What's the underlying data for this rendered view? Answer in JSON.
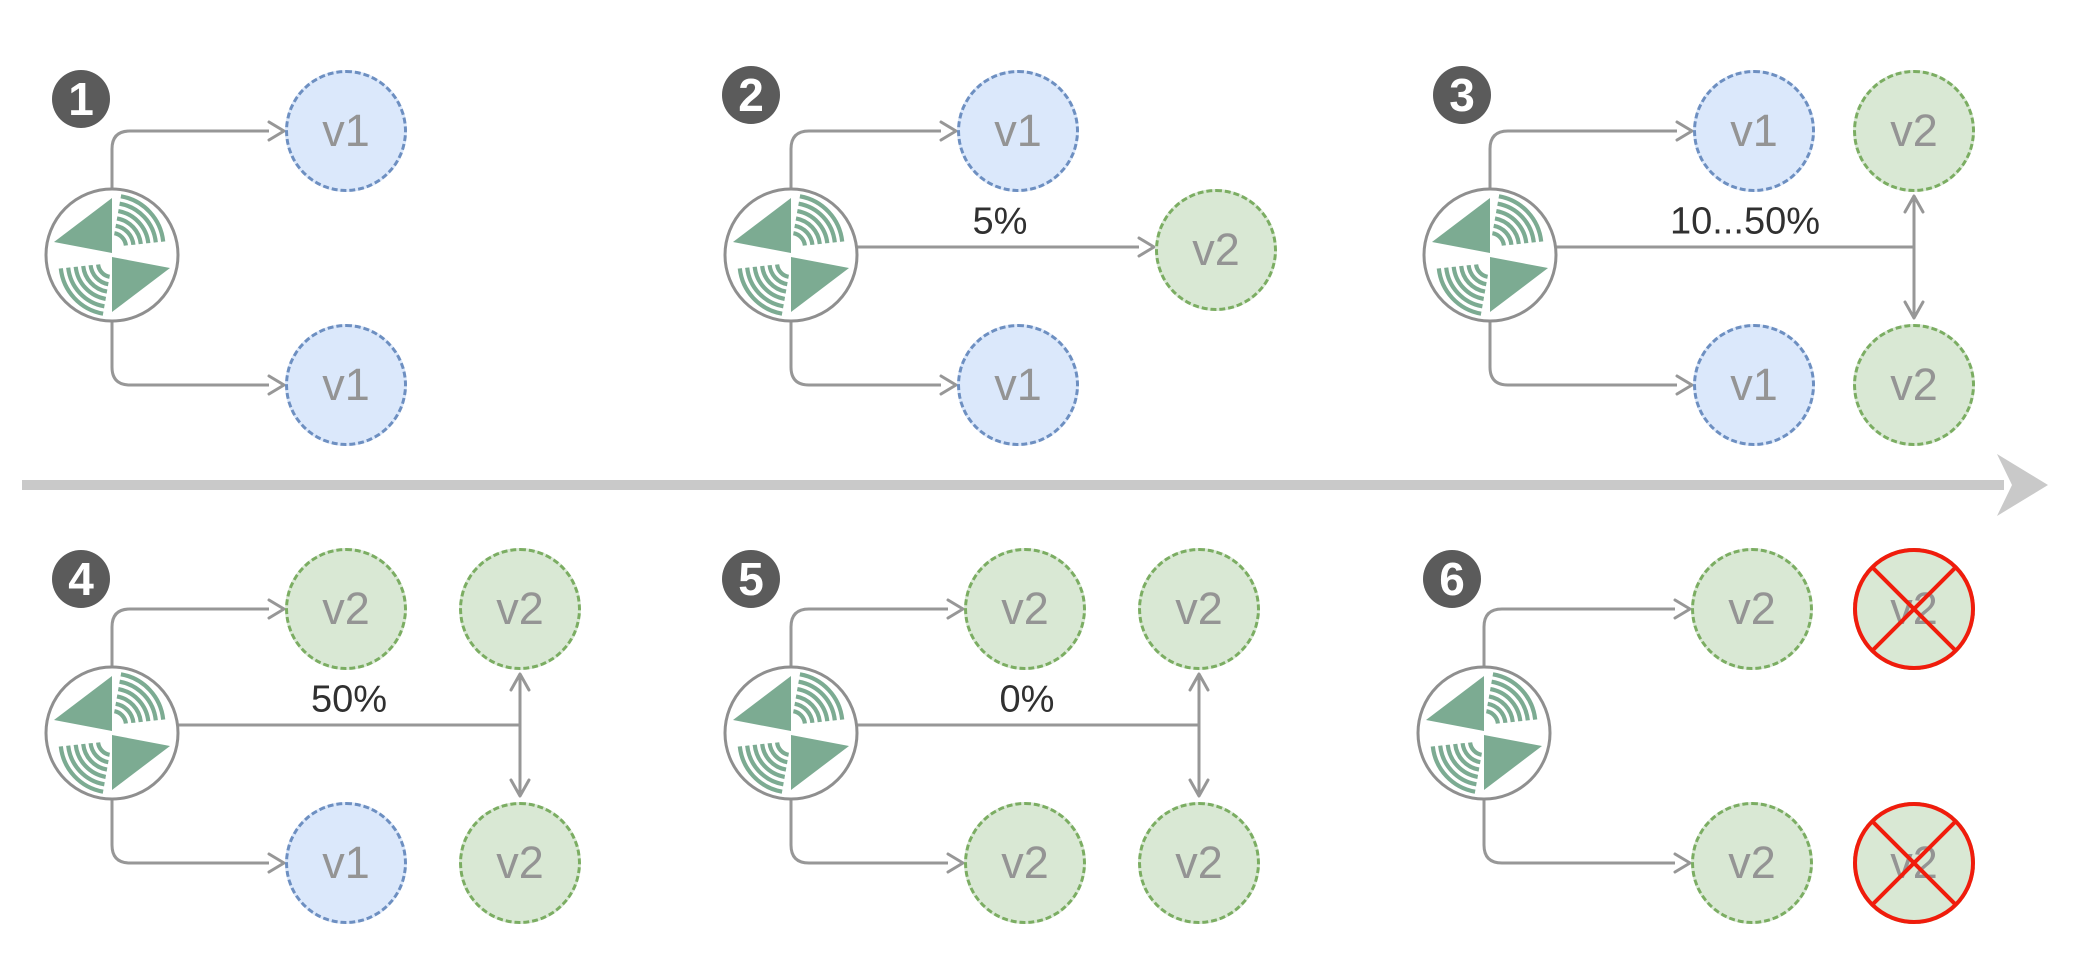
{
  "diagram": {
    "kind": "canary-rollout-traffic-shift",
    "colors": {
      "node_v1_fill": "#dbe8fb",
      "node_v1_border": "#6d8fc1",
      "node_v2_fill": "#d9e8d4",
      "node_v2_border": "#7bad62",
      "node_label": "#949494",
      "connector": "#979797",
      "badge_bg": "#5b5b5b",
      "badge_text": "#ffffff",
      "traffic_label": "#303030",
      "crossed_out": "#f01c0c",
      "icon_green": "#7cab92",
      "divider": "#c9c9c9"
    },
    "timeline": {
      "direction": "right"
    },
    "stages": [
      {
        "number": "1",
        "traffic_label": "",
        "nodes": [
          {
            "id": "top-near",
            "label": "v1",
            "variant": "v1",
            "crossed": false
          },
          {
            "id": "bottom-near",
            "label": "v1",
            "variant": "v1",
            "crossed": false
          }
        ]
      },
      {
        "number": "2",
        "traffic_label": "5%",
        "nodes": [
          {
            "id": "top-near",
            "label": "v1",
            "variant": "v1",
            "crossed": false
          },
          {
            "id": "mid-far",
            "label": "v2",
            "variant": "v2",
            "crossed": false
          },
          {
            "id": "bottom-near",
            "label": "v1",
            "variant": "v1",
            "crossed": false
          }
        ]
      },
      {
        "number": "3",
        "traffic_label": "10...50%",
        "nodes": [
          {
            "id": "top-near",
            "label": "v1",
            "variant": "v1",
            "crossed": false
          },
          {
            "id": "top-far",
            "label": "v2",
            "variant": "v2",
            "crossed": false
          },
          {
            "id": "bottom-near",
            "label": "v1",
            "variant": "v1",
            "crossed": false
          },
          {
            "id": "bottom-far",
            "label": "v2",
            "variant": "v2",
            "crossed": false
          }
        ]
      },
      {
        "number": "4",
        "traffic_label": "50%",
        "nodes": [
          {
            "id": "top-near",
            "label": "v2",
            "variant": "v2",
            "crossed": false
          },
          {
            "id": "top-far",
            "label": "v2",
            "variant": "v2",
            "crossed": false
          },
          {
            "id": "bottom-near",
            "label": "v1",
            "variant": "v1",
            "crossed": false
          },
          {
            "id": "bottom-far",
            "label": "v2",
            "variant": "v2",
            "crossed": false
          }
        ]
      },
      {
        "number": "5",
        "traffic_label": "0%",
        "nodes": [
          {
            "id": "top-near",
            "label": "v2",
            "variant": "v2",
            "crossed": false
          },
          {
            "id": "top-far",
            "label": "v2",
            "variant": "v2",
            "crossed": false
          },
          {
            "id": "bottom-near",
            "label": "v2",
            "variant": "v2",
            "crossed": false
          },
          {
            "id": "bottom-far",
            "label": "v2",
            "variant": "v2",
            "crossed": false
          }
        ]
      },
      {
        "number": "6",
        "traffic_label": "",
        "nodes": [
          {
            "id": "top-near",
            "label": "v2",
            "variant": "v2",
            "crossed": false
          },
          {
            "id": "top-far",
            "label": "v2",
            "variant": "v2",
            "crossed": true
          },
          {
            "id": "bottom-near",
            "label": "v2",
            "variant": "v2",
            "crossed": false
          },
          {
            "id": "bottom-far",
            "label": "v2",
            "variant": "v2",
            "crossed": true
          }
        ]
      }
    ]
  }
}
